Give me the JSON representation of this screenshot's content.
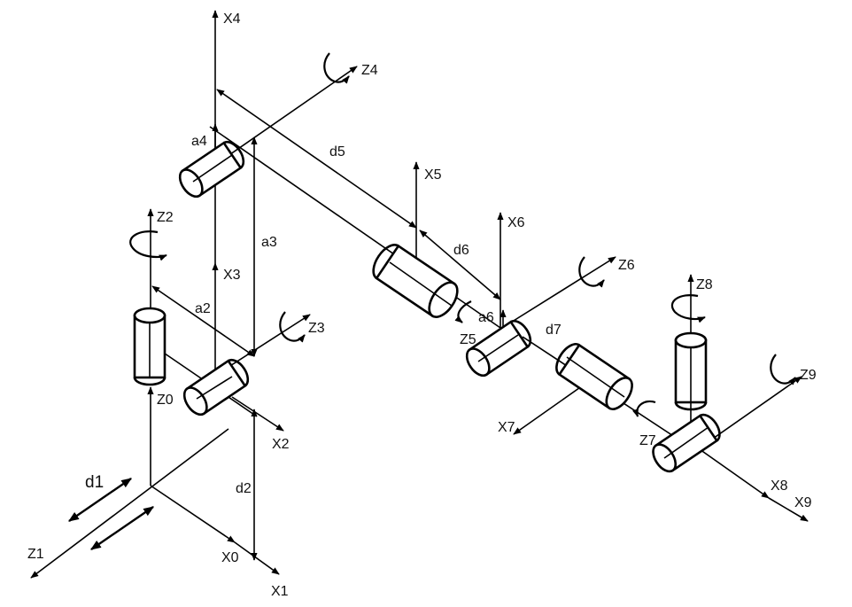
{
  "labels": {
    "x0": "X0",
    "x1": "X1",
    "x2": "X2",
    "x3": "X3",
    "x4": "X4",
    "x5": "X5",
    "x6": "X6",
    "x7": "X7",
    "x8": "X8",
    "x9": "X9",
    "z0": "Z0",
    "z1": "Z1",
    "z2": "Z2",
    "z3": "Z3",
    "z4": "Z4",
    "z5": "Z5",
    "z6": "Z6",
    "z7": "Z7",
    "z8": "Z8",
    "z9": "Z9",
    "d1": "d1",
    "d2": "d2",
    "d5": "d5",
    "d6": "d6",
    "d7": "d7",
    "a2": "a2",
    "a3": "a3",
    "a4": "a4",
    "a6": "a6"
  }
}
